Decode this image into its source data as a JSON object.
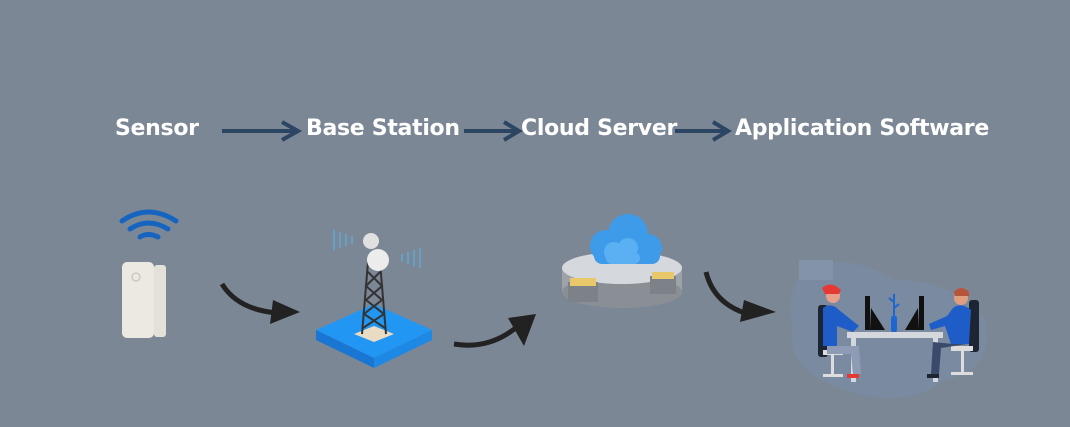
{
  "diagram": {
    "title": "IoT data flow",
    "steps": [
      {
        "label": "Sensor",
        "icon": "door-sensor-icon"
      },
      {
        "label": "Base Station",
        "icon": "cell-tower-icon"
      },
      {
        "label": "Cloud Server",
        "icon": "cloud-server-icon"
      },
      {
        "label": "Application Software",
        "icon": "office-workers-icon"
      }
    ],
    "colors": {
      "background": "#7c8796",
      "label_text": "#ffffff",
      "flow_arrow": "#2c4563",
      "curved_arrow": "#222222",
      "wifi": "#1565c0",
      "platform_blue": "#2196f3",
      "cloud_blue": "#42a5f5"
    }
  }
}
